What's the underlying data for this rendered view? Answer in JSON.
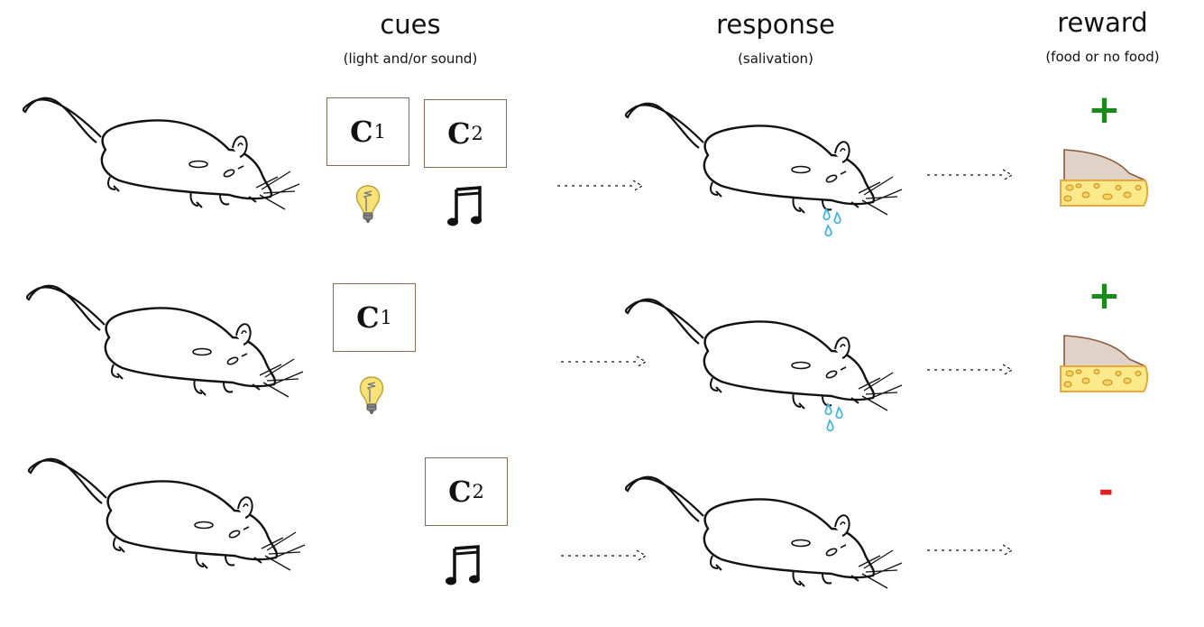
{
  "headers": {
    "cues": {
      "title": "cues",
      "subtitle": "(light and/or sound)"
    },
    "response": {
      "title": "response",
      "subtitle": "(salivation)"
    },
    "reward": {
      "title": "reward",
      "subtitle": "(food or no food)"
    }
  },
  "cue_labels": {
    "c1": "C",
    "c1_sub": "1",
    "c2": "C",
    "c2_sub": "2"
  },
  "rows": [
    {
      "cues": [
        "C1",
        "C2"
      ],
      "salivation": true,
      "reward_sign": "+",
      "food": true
    },
    {
      "cues": [
        "C1"
      ],
      "salivation": true,
      "reward_sign": "+",
      "food": true
    },
    {
      "cues": [
        "C2"
      ],
      "salivation": false,
      "reward_sign": "-",
      "food": false
    }
  ],
  "colors": {
    "positive": "#1a8a1a",
    "negative": "#e02020",
    "drop": "#3fb6e6",
    "bulb": "#f7e27a",
    "cheese": "#fbe98a",
    "cheese_top": "#e0d2c6",
    "cue_border": "#8a6a55"
  },
  "icons": [
    "rat-icon",
    "light-bulb-icon",
    "music-note-icon",
    "cheese-icon",
    "dotted-arrow-icon",
    "drop-icon"
  ]
}
